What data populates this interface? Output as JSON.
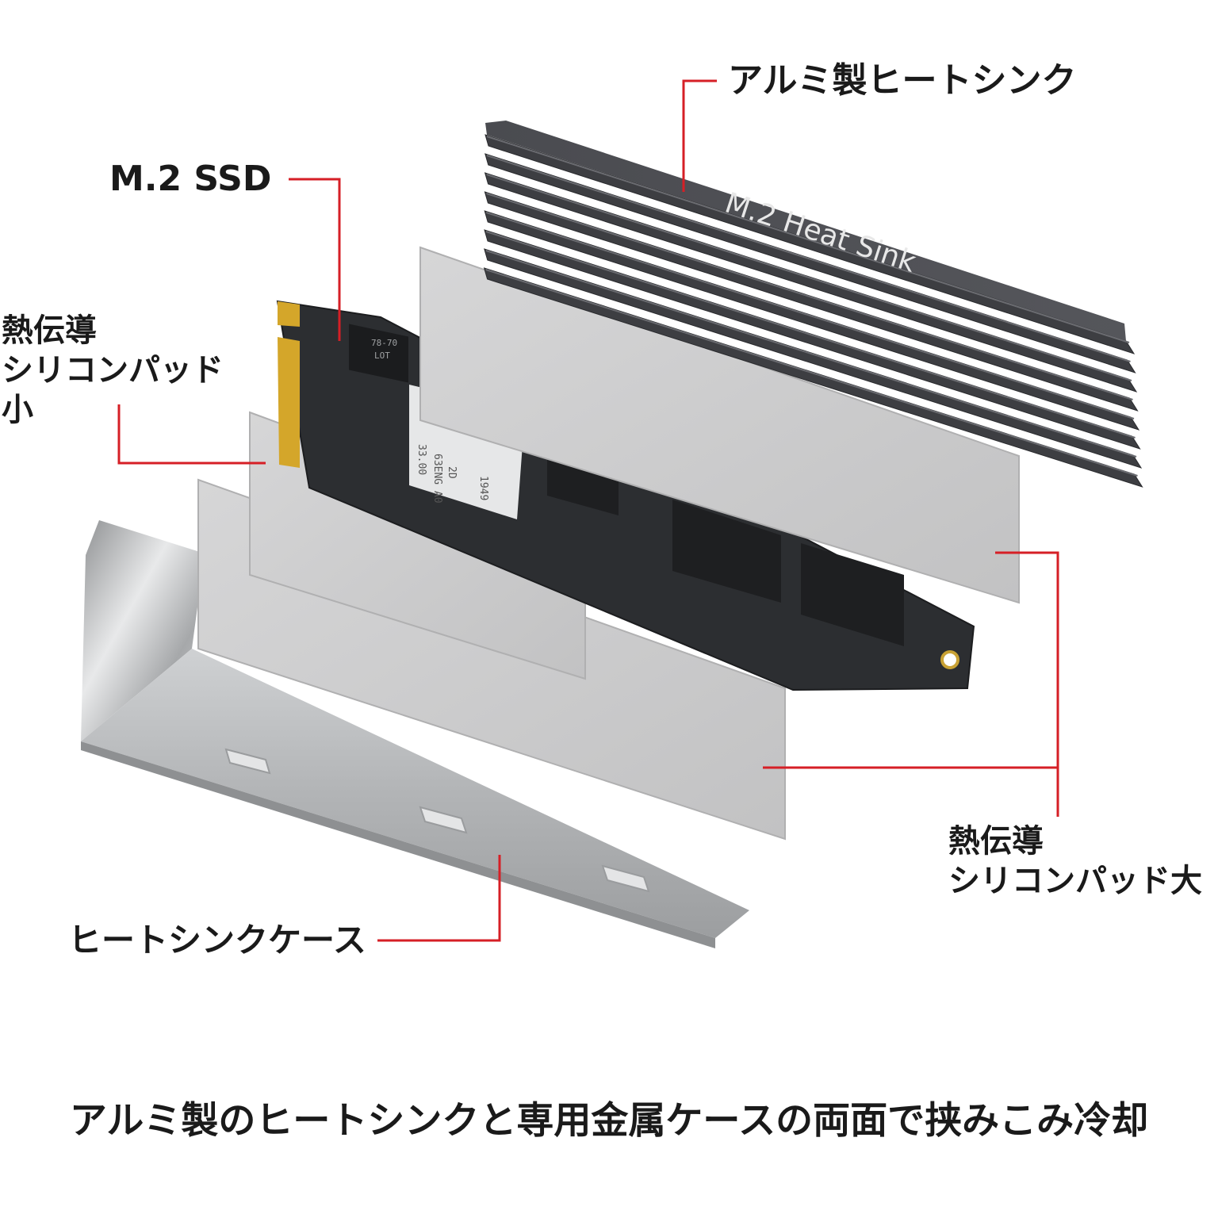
{
  "labels": {
    "heatsink": "アルミ製ヒートシンク",
    "ssd": "M.2 SSD",
    "pad_small": [
      "熱伝導",
      "シリコンパッド",
      "小"
    ],
    "pad_large": [
      "熱伝導",
      "シリコンパッド大"
    ],
    "case": "ヒートシンクケース"
  },
  "heatsink_print": "M.2 Heat Sink",
  "chip_text": [
    "78-70",
    "LOT"
  ],
  "sticker_text": [
    "63ENG A0",
    "33.00",
    "2D",
    "1949"
  ],
  "caption": "アルミ製のヒートシンクと専用金属ケースの両面で挟みこみ冷却",
  "colors": {
    "leader_line": "#d61f26",
    "heatsink": "#3d3e42",
    "pad": "#c9c9ca",
    "pcb": "#2b2d30",
    "case": "#b8babc",
    "gold": "#d4a62a"
  }
}
